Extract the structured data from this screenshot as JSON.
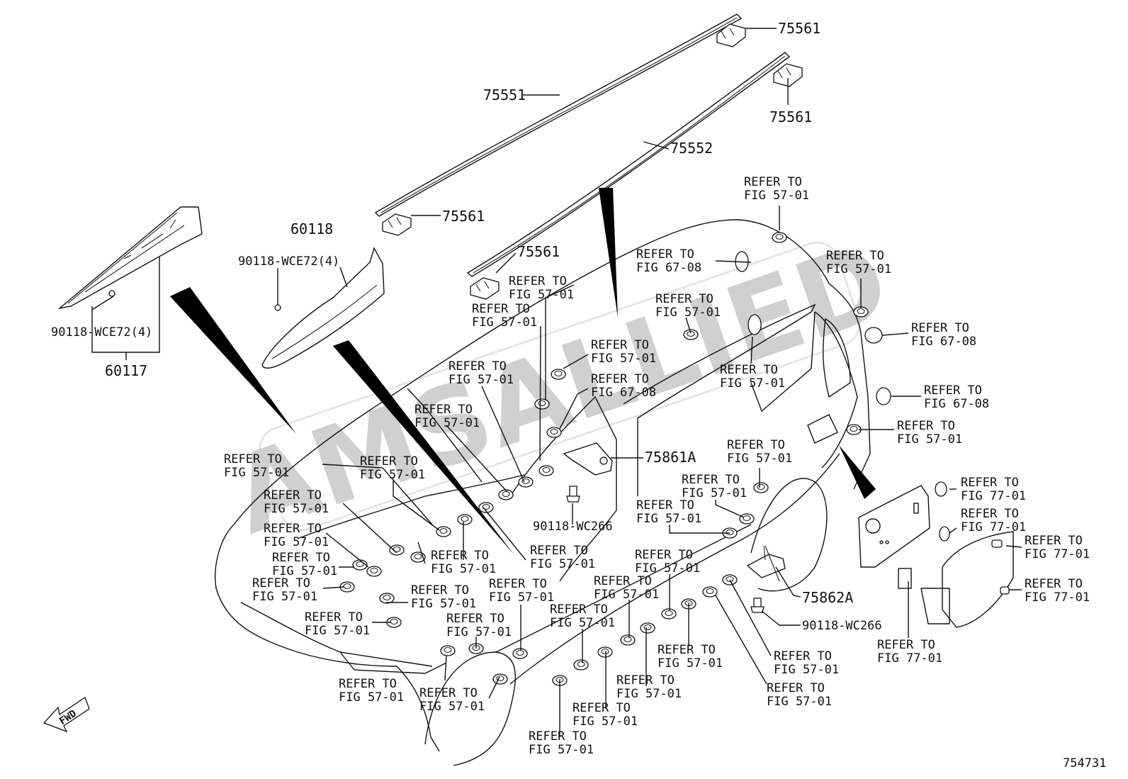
{
  "diagram": {
    "watermark": "AMSALLIED",
    "figure_number": "754731",
    "fwd_label": "FWD",
    "colors": {
      "line": "#111111",
      "watermark": "#c8c8c8",
      "background": "#ffffff"
    }
  },
  "part_labels": {
    "p75561_top": "75561",
    "p75561_mid": "75561",
    "p75561_left": "75561",
    "p75561_lower": "75561",
    "p75551": "75551",
    "p75552": "75552",
    "p60118": "60118",
    "p60117": "60117",
    "p90118_wce72_a": "90118-WCE72(4)",
    "p90118_wce72_b": "90118-WCE72(4)",
    "p75861a": "75861A",
    "p75862a": "75862A",
    "p90118_wc266_a": "90118-WC266",
    "p90118_wc266_b": "90118-WC266"
  },
  "refer_labels": [
    {
      "line1": "REFER TO",
      "line2": "FIG 57-01"
    },
    {
      "line1": "REFER TO",
      "line2": "FIG 67-08"
    },
    {
      "line1": "REFER TO",
      "line2": "FIG 57-01"
    },
    {
      "line1": "REFER TO",
      "line2": "FIG 57-01"
    },
    {
      "line1": "REFER TO",
      "line2": "FIG 67-08"
    },
    {
      "line1": "REFER TO",
      "line2": "FIG 57-01"
    },
    {
      "line1": "REFER TO",
      "line2": "FIG 57-01"
    },
    {
      "line1": "REFER TO",
      "line2": "FIG 57-01"
    },
    {
      "line1": "REFER TO",
      "line2": "FIG 57-01"
    },
    {
      "line1": "REFER TO",
      "line2": "FIG 67-08"
    },
    {
      "line1": "REFER TO",
      "line2": "FIG 67-08"
    },
    {
      "line1": "REFER TO",
      "line2": "FIG 57-01"
    },
    {
      "line1": "REFER TO",
      "line2": "FIG 57-01"
    },
    {
      "line1": "REFER TO",
      "line2": "FIG 57-01"
    },
    {
      "line1": "REFER TO",
      "line2": "FIG 57-01"
    },
    {
      "line1": "REFER TO",
      "line2": "FIG 57-01"
    },
    {
      "line1": "REFER TO",
      "line2": "FIG 57-01"
    },
    {
      "line1": "REFER TO",
      "line2": "FIG 57-01"
    },
    {
      "line1": "REFER TO",
      "line2": "FIG 57-01"
    },
    {
      "line1": "REFER TO",
      "line2": "FIG 57-01"
    },
    {
      "line1": "REFER TO",
      "line2": "FIG 57-01"
    },
    {
      "line1": "REFER TO",
      "line2": "FIG 57-01"
    },
    {
      "line1": "REFER TO",
      "line2": "FIG 57-01"
    },
    {
      "line1": "REFER TO",
      "line2": "FIG 57-01"
    },
    {
      "line1": "REFER TO",
      "line2": "FIG 57-01"
    },
    {
      "line1": "REFER TO",
      "line2": "FIG 57-01"
    },
    {
      "line1": "REFER TO",
      "line2": "FIG 57-01"
    },
    {
      "line1": "REFER TO",
      "line2": "FIG 57-01"
    },
    {
      "line1": "REFER TO",
      "line2": "FIG 57-01"
    },
    {
      "line1": "REFER TO",
      "line2": "FIG 57-01"
    },
    {
      "line1": "REFER TO",
      "line2": "FIG 57-01"
    },
    {
      "line1": "REFER TO",
      "line2": "FIG 57-01"
    },
    {
      "line1": "REFER TO",
      "line2": "FIG 57-01"
    },
    {
      "line1": "REFER TO",
      "line2": "FIG 57-01"
    },
    {
      "line1": "REFER TO",
      "line2": "FIG 57-01"
    },
    {
      "line1": "REFER TO",
      "line2": "FIG 57-01"
    },
    {
      "line1": "REFER TO",
      "line2": "FIG 57-01"
    },
    {
      "line1": "REFER TO",
      "line2": "FIG 57-01"
    },
    {
      "line1": "REFER TO",
      "line2": "FIG 57-01"
    },
    {
      "line1": "REFER TO",
      "line2": "FIG 57-01"
    },
    {
      "line1": "REFER TO",
      "line2": "FIG 57-01"
    },
    {
      "line1": "REFER TO",
      "line2": "FIG 57-01"
    },
    {
      "line1": "REFER TO",
      "line2": "FIG 57-01"
    },
    {
      "line1": "REFER TO",
      "line2": "FIG 77-01"
    },
    {
      "line1": "REFER TO",
      "line2": "FIG 77-01"
    },
    {
      "line1": "REFER TO",
      "line2": "FIG 77-01"
    },
    {
      "line1": "REFER TO",
      "line2": "FIG 77-01"
    },
    {
      "line1": "REFER TO",
      "line2": "FIG 77-01"
    }
  ]
}
